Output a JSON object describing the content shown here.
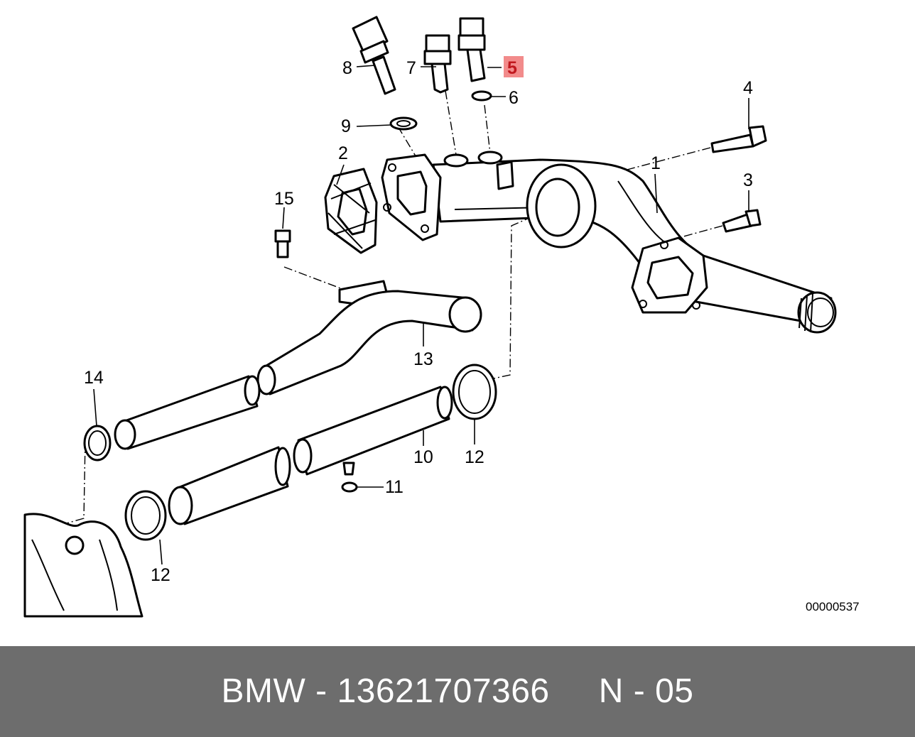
{
  "callouts": {
    "c1": "1",
    "c2": "2",
    "c3": "3",
    "c4": "4",
    "c5": "5",
    "c6": "6",
    "c7": "7",
    "c8": "8",
    "c9": "9",
    "c10": "10",
    "c11": "11",
    "c12a": "12",
    "c12b": "12",
    "c13": "13",
    "c14": "14",
    "c15": "15"
  },
  "highlight_color": "#f28b8b",
  "diagram_number": "00000537",
  "footer": {
    "text": "BMW - 13621707366     N - 05",
    "background": "#6d6d6d"
  }
}
